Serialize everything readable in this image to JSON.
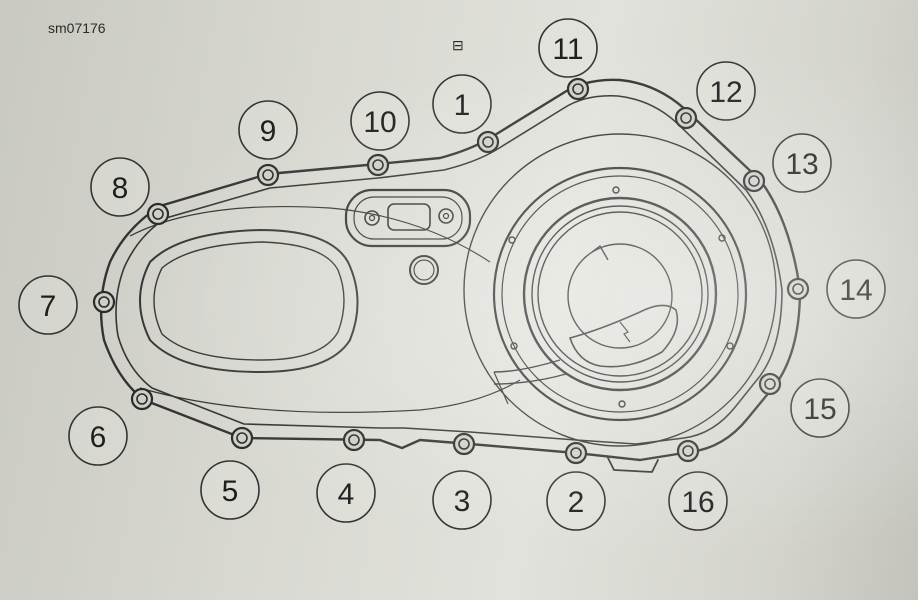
{
  "figure": {
    "reference_code": "sm07176",
    "stamp": "⊟"
  },
  "callouts": [
    {
      "label": "1",
      "circle": [
        462,
        104
      ],
      "bolt": [
        488,
        142
      ]
    },
    {
      "label": "2",
      "circle": [
        576,
        501
      ],
      "bolt": [
        576,
        453
      ]
    },
    {
      "label": "3",
      "circle": [
        462,
        500
      ],
      "bolt": [
        464,
        444
      ]
    },
    {
      "label": "4",
      "circle": [
        346,
        493
      ],
      "bolt": [
        354,
        440
      ]
    },
    {
      "label": "5",
      "circle": [
        230,
        490
      ],
      "bolt": [
        242,
        438
      ]
    },
    {
      "label": "6",
      "circle": [
        98,
        436
      ],
      "bolt": [
        142,
        399
      ]
    },
    {
      "label": "7",
      "circle": [
        48,
        305
      ],
      "bolt": [
        104,
        302
      ]
    },
    {
      "label": "8",
      "circle": [
        120,
        187
      ],
      "bolt": [
        158,
        214
      ]
    },
    {
      "label": "9",
      "circle": [
        268,
        130
      ],
      "bolt": [
        268,
        175
      ]
    },
    {
      "label": "10",
      "circle": [
        380,
        121
      ],
      "bolt": [
        378,
        165
      ]
    },
    {
      "label": "11",
      "circle": [
        568,
        48
      ],
      "bolt": [
        578,
        89
      ]
    },
    {
      "label": "12",
      "circle": [
        726,
        91
      ],
      "bolt": [
        686,
        118
      ]
    },
    {
      "label": "13",
      "circle": [
        802,
        163
      ],
      "bolt": [
        754,
        181
      ]
    },
    {
      "label": "14",
      "circle": [
        856,
        289
      ],
      "bolt": [
        798,
        289
      ]
    },
    {
      "label": "15",
      "circle": [
        820,
        408
      ],
      "bolt": [
        770,
        384
      ]
    },
    {
      "label": "16",
      "circle": [
        698,
        501
      ],
      "bolt": [
        688,
        451
      ]
    }
  ]
}
